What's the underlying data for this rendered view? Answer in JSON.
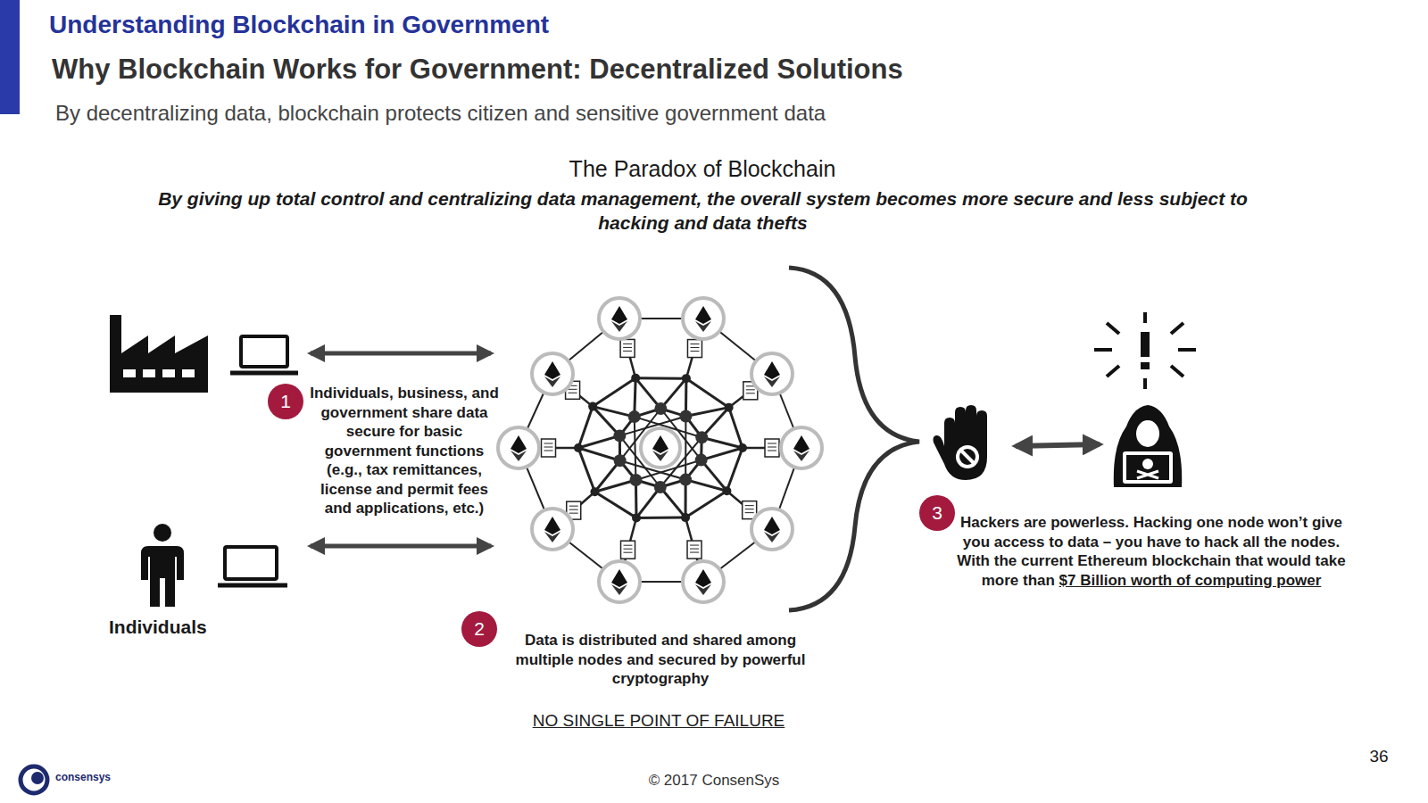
{
  "diagram": {
    "title": "Why Blockchain Works for Government:  Decentralized Solutions",
    "nodes": [
      {
        "text": [
          "1"
        ]
      },
      {
        "text": [
          "2"
        ]
      },
      {
        "text": [
          "3"
        ]
      }
    ],
    "labels": [
      "Understanding Blockchain in Government",
      "By decentralizing data, blockchain protects citizen and sensitive government data",
      "The Paradox of Blockchain",
      "By giving up total control and centralizing data management, the overall system becomes more secure and less subject to hacking and data thefts",
      "Individuals, business, and government share data secure for basic government functions (e.g., tax remittances, license and permit fees and applications, etc.)",
      "Individuals",
      "Data is distributed and shared among multiple nodes and secured by powerful cryptography",
      "NO SINGLE POINT OF FAILURE",
      "Hackers are powerless.  Hacking one node won’t give you access to data – you have to hack all the nodes.  With the current Ethereum blockchain that would take more than",
      "$7 Billion worth of computing power",
      "36",
      "consensys",
      "© 2017 ConsenSys"
    ]
  }
}
